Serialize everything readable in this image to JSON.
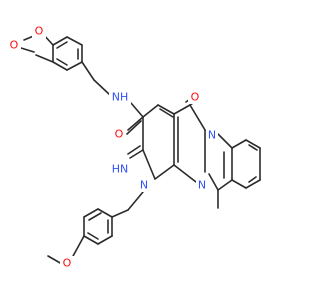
{
  "colors": {
    "bond": "#2b2b2b",
    "carbon": "#2b2b2b",
    "oxygen": "#ff0d0d",
    "nitrogen": "#3050f8"
  },
  "atoms": {
    "o_diox_top": {
      "text": "O",
      "element": "oxygen"
    },
    "o_diox_bottom": {
      "text": "O",
      "element": "oxygen"
    },
    "n_amide": {
      "text": "NH",
      "element": "nitrogen"
    },
    "o_amide": {
      "text": "O",
      "element": "oxygen"
    },
    "o_ketone": {
      "text": "O",
      "element": "oxygen"
    },
    "n_ring_top": {
      "text": "N",
      "element": "nitrogen"
    },
    "n_imine": {
      "text": "HN",
      "element": "nitrogen"
    },
    "n_ring_left": {
      "text": "N",
      "element": "nitrogen"
    },
    "n_ring_mid": {
      "text": "N",
      "element": "nitrogen"
    },
    "o_methoxy": {
      "text": "O",
      "element": "oxygen"
    }
  }
}
